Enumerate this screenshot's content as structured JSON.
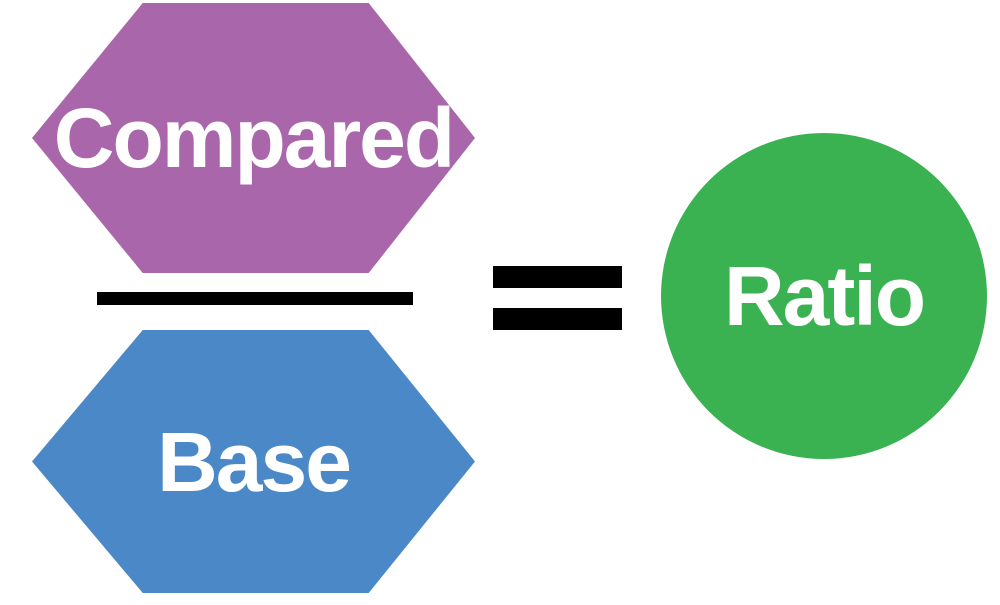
{
  "diagram": {
    "compared_label": "Compared",
    "base_label": "Base",
    "ratio_label": "Ratio",
    "equals_symbol": "=",
    "colors": {
      "compared_fill": "#A966AB",
      "base_fill": "#4A88C8",
      "ratio_fill": "#3BB252",
      "bar": "#000000",
      "text": "#FFFFFF",
      "background": "#FFFFFF"
    }
  }
}
